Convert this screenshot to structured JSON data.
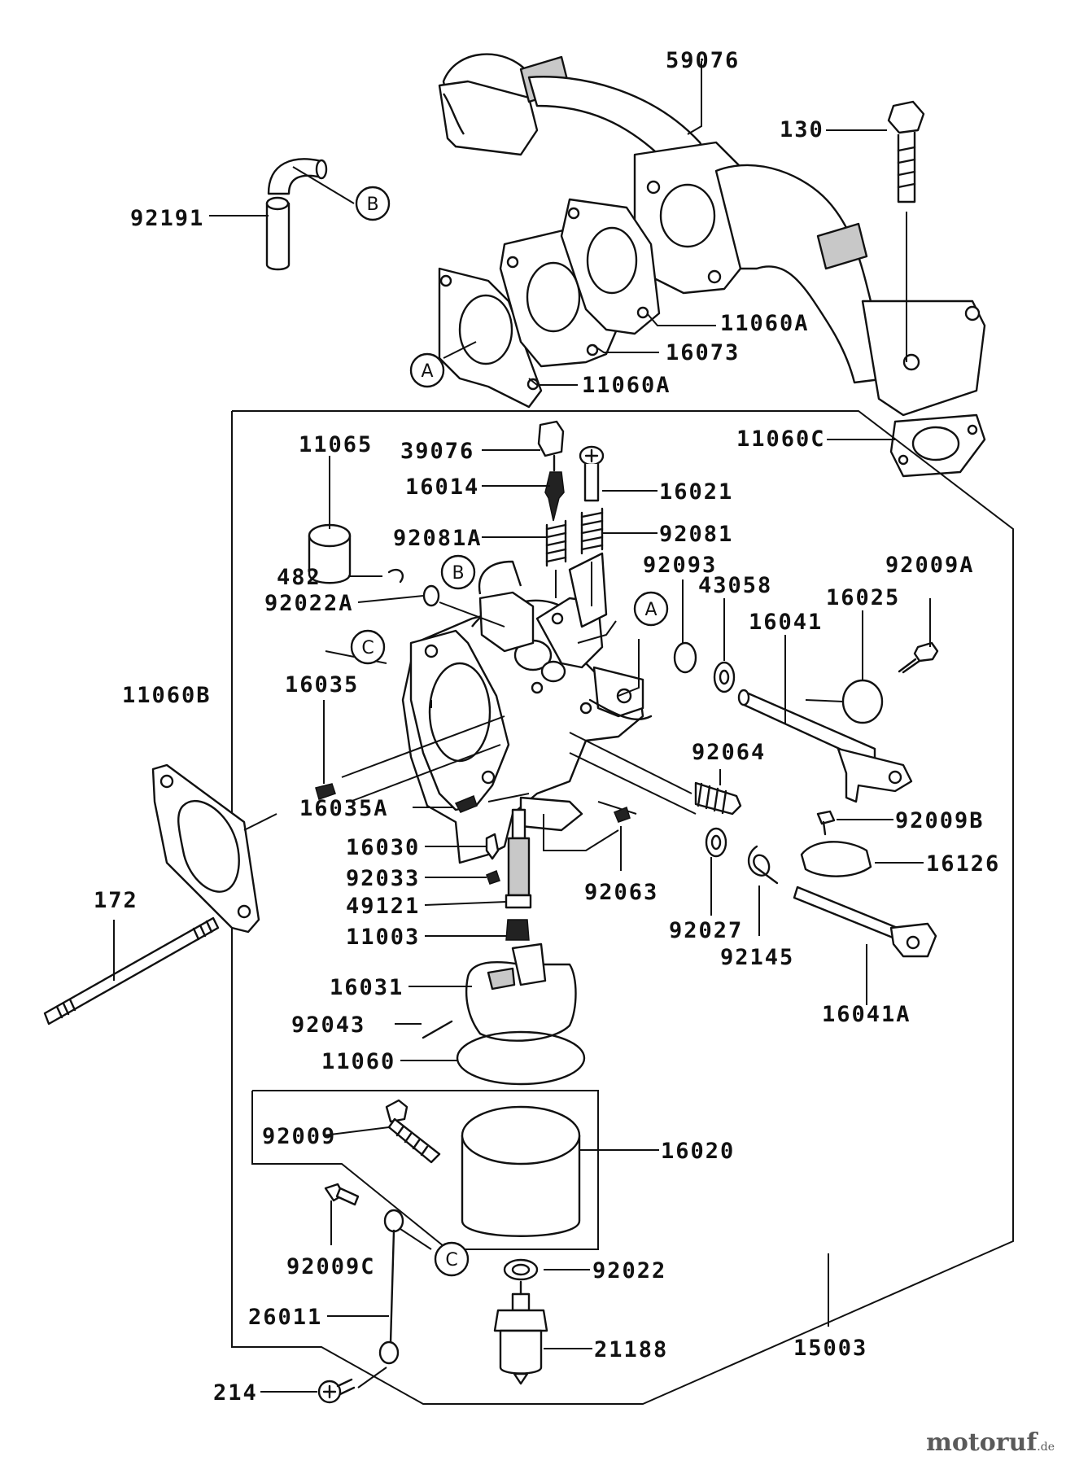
{
  "diagram": {
    "labels": {
      "p59076": "59076",
      "p130": "130",
      "p92191": "92191",
      "p11060A_1": "11060A",
      "p16073": "16073",
      "p11060A_2": "11060A",
      "p11060C": "11060C",
      "p11065": "11065",
      "p39076": "39076",
      "p16014": "16014",
      "p16021": "16021",
      "p92081A": "92081A",
      "p92081": "92081",
      "p92093": "92093",
      "p92009A": "92009A",
      "p482": "482",
      "p92022A": "92022A",
      "p43058": "43058",
      "p16025": "16025",
      "p16041": "16041",
      "p16035": "16035",
      "p11060B": "11060B",
      "p92064": "92064",
      "p16035A": "16035A",
      "p92009B": "92009B",
      "p16030": "16030",
      "p92033": "92033",
      "p16126": "16126",
      "p49121": "49121",
      "p92063": "92063",
      "p92027": "92027",
      "p172": "172",
      "p11003": "11003",
      "p92145": "92145",
      "p16031": "16031",
      "p16041A": "16041A",
      "p92043": "92043",
      "p11060": "11060",
      "p92009": "92009",
      "p16020": "16020",
      "p92022": "92022",
      "p92009C": "92009C",
      "p26011": "26011",
      "p21188": "21188",
      "p214": "214",
      "p15003": "15003"
    },
    "callouts": {
      "A": "A",
      "B": "B",
      "C": "C"
    }
  },
  "watermark": {
    "brand": "motoruf",
    "tld": ".de"
  }
}
